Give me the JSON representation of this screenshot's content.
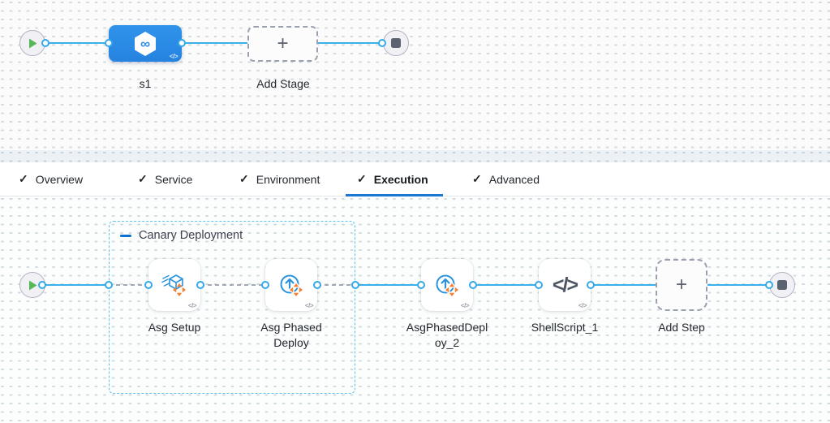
{
  "colors": {
    "edge_blue": "#3aafec",
    "primary_blue": "#1c77d2",
    "stage_blue": "#2b8ce6",
    "play_green": "#57b857",
    "move_orange": "#f97d2b",
    "slate": "#4d5564",
    "dash_gray": "#9aa0ad",
    "group_dash_blue": "#5ec2ee"
  },
  "stage_section": {
    "start_icon": "play",
    "end_icon": "stop",
    "stage": {
      "name": "s1",
      "icon": "harness-cd-hexagon",
      "icon_glyph": "∞",
      "code_badge": "</>"
    },
    "add_stage": {
      "label": "Add Stage",
      "plus_glyph": "+"
    }
  },
  "tabs": {
    "check_glyph": "✓",
    "active": "Execution",
    "items": [
      {
        "label": "Overview",
        "checked": true
      },
      {
        "label": "Service",
        "checked": true
      },
      {
        "label": "Environment",
        "checked": true
      },
      {
        "label": "Execution",
        "checked": true
      },
      {
        "label": "Advanced",
        "checked": true
      }
    ]
  },
  "execution_section": {
    "group": {
      "label": "Canary Deployment",
      "collapse_icon": "minus"
    },
    "steps": [
      {
        "label": "Asg Setup",
        "icon": "asg-cube-move",
        "code_badge": "</>"
      },
      {
        "label": "Asg Phased Deploy",
        "icon": "circle-up-arrow-move",
        "code_badge": "</>"
      },
      {
        "label": "AsgPhasedDeploy_2",
        "icon": "circle-up-arrow-move",
        "code_badge": "</>"
      },
      {
        "label": "ShellScript_1",
        "icon": "code",
        "icon_glyph": "</>",
        "code_badge": "</>"
      }
    ],
    "add_step": {
      "label": "Add Step",
      "plus_glyph": "+"
    }
  }
}
